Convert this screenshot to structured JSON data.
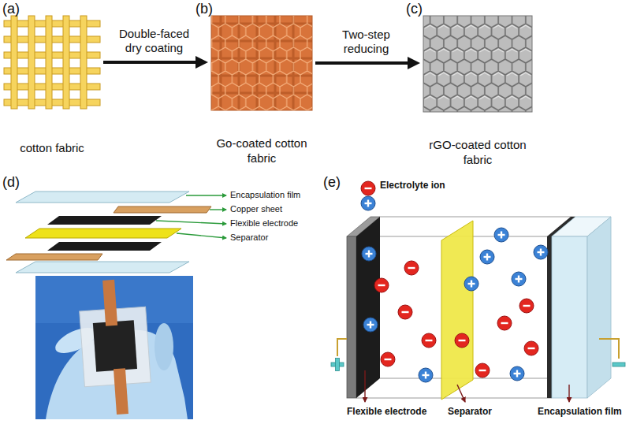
{
  "diagram": {
    "nodes": [
      {
        "text": [
          "cotton fabric"
        ]
      },
      {
        "text": [
          "Go-coated cotton fabric"
        ]
      },
      {
        "text": [
          "rGO-coated cotton fabric"
        ]
      }
    ],
    "edges": [
      {
        "from": 0,
        "to": 1,
        "arrow": "to",
        "label": "Double-faced dry coating"
      },
      {
        "from": 1,
        "to": 2,
        "arrow": "to",
        "label": "Two-step reducing"
      }
    ],
    "labels": [
      "(a)",
      "(b)",
      "(c)",
      "(d)",
      "Encapsulation film",
      "Copper sheet",
      "Flexible electrode",
      "Separator",
      "(e)",
      "Flexible electrode",
      "Separator",
      "Encapsulation film"
    ],
    "legend": [
      {
        "text": "Electrolyte ion"
      }
    ]
  }
}
